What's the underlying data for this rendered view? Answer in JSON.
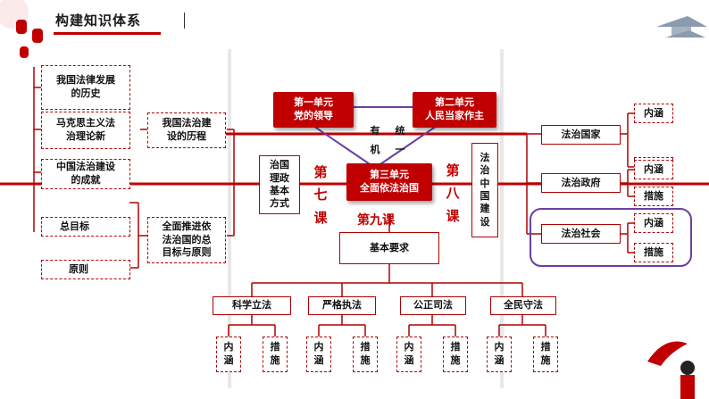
{
  "header": {
    "title": "构建知识体系"
  },
  "center": {
    "unit1": [
      "第一单元",
      "党的领导"
    ],
    "unit2": [
      "第二单元",
      "人民当家作主"
    ],
    "unit3": [
      "第三单元",
      "全面依法治国"
    ],
    "unify_left": [
      "有",
      "机"
    ],
    "unify_right": [
      "统",
      "一"
    ],
    "lesson9": "第九课",
    "basic_req": "基本要求"
  },
  "left": {
    "lesson7": [
      "第",
      "七",
      "课"
    ],
    "mode": [
      "治国",
      "理政",
      "基本",
      "方式"
    ],
    "history": [
      "我国法律发展",
      "的历史"
    ],
    "theory": [
      "马克思主义法",
      "治理论新"
    ],
    "achieve": [
      "中国法治建设",
      "的成就"
    ],
    "course": [
      "我国法治建",
      "设的历程"
    ],
    "goal": "总目标",
    "principle": "原则",
    "overall": [
      "全面推进依",
      "法治国的总",
      "目标与原则"
    ]
  },
  "right": {
    "lesson8": [
      "第",
      "八",
      "课"
    ],
    "china": [
      "法",
      "治",
      "中",
      "国",
      "建",
      "设"
    ],
    "country": "法治国家",
    "gov": "法治政府",
    "society": "法治社会",
    "neihan": "内涵",
    "cuoshi": "措施"
  },
  "bottom": {
    "items": [
      "科学立法",
      "严格执法",
      "公正司法",
      "全民守法"
    ],
    "nei": [
      "内",
      "涵"
    ],
    "cuo": [
      "措",
      "施"
    ]
  }
}
